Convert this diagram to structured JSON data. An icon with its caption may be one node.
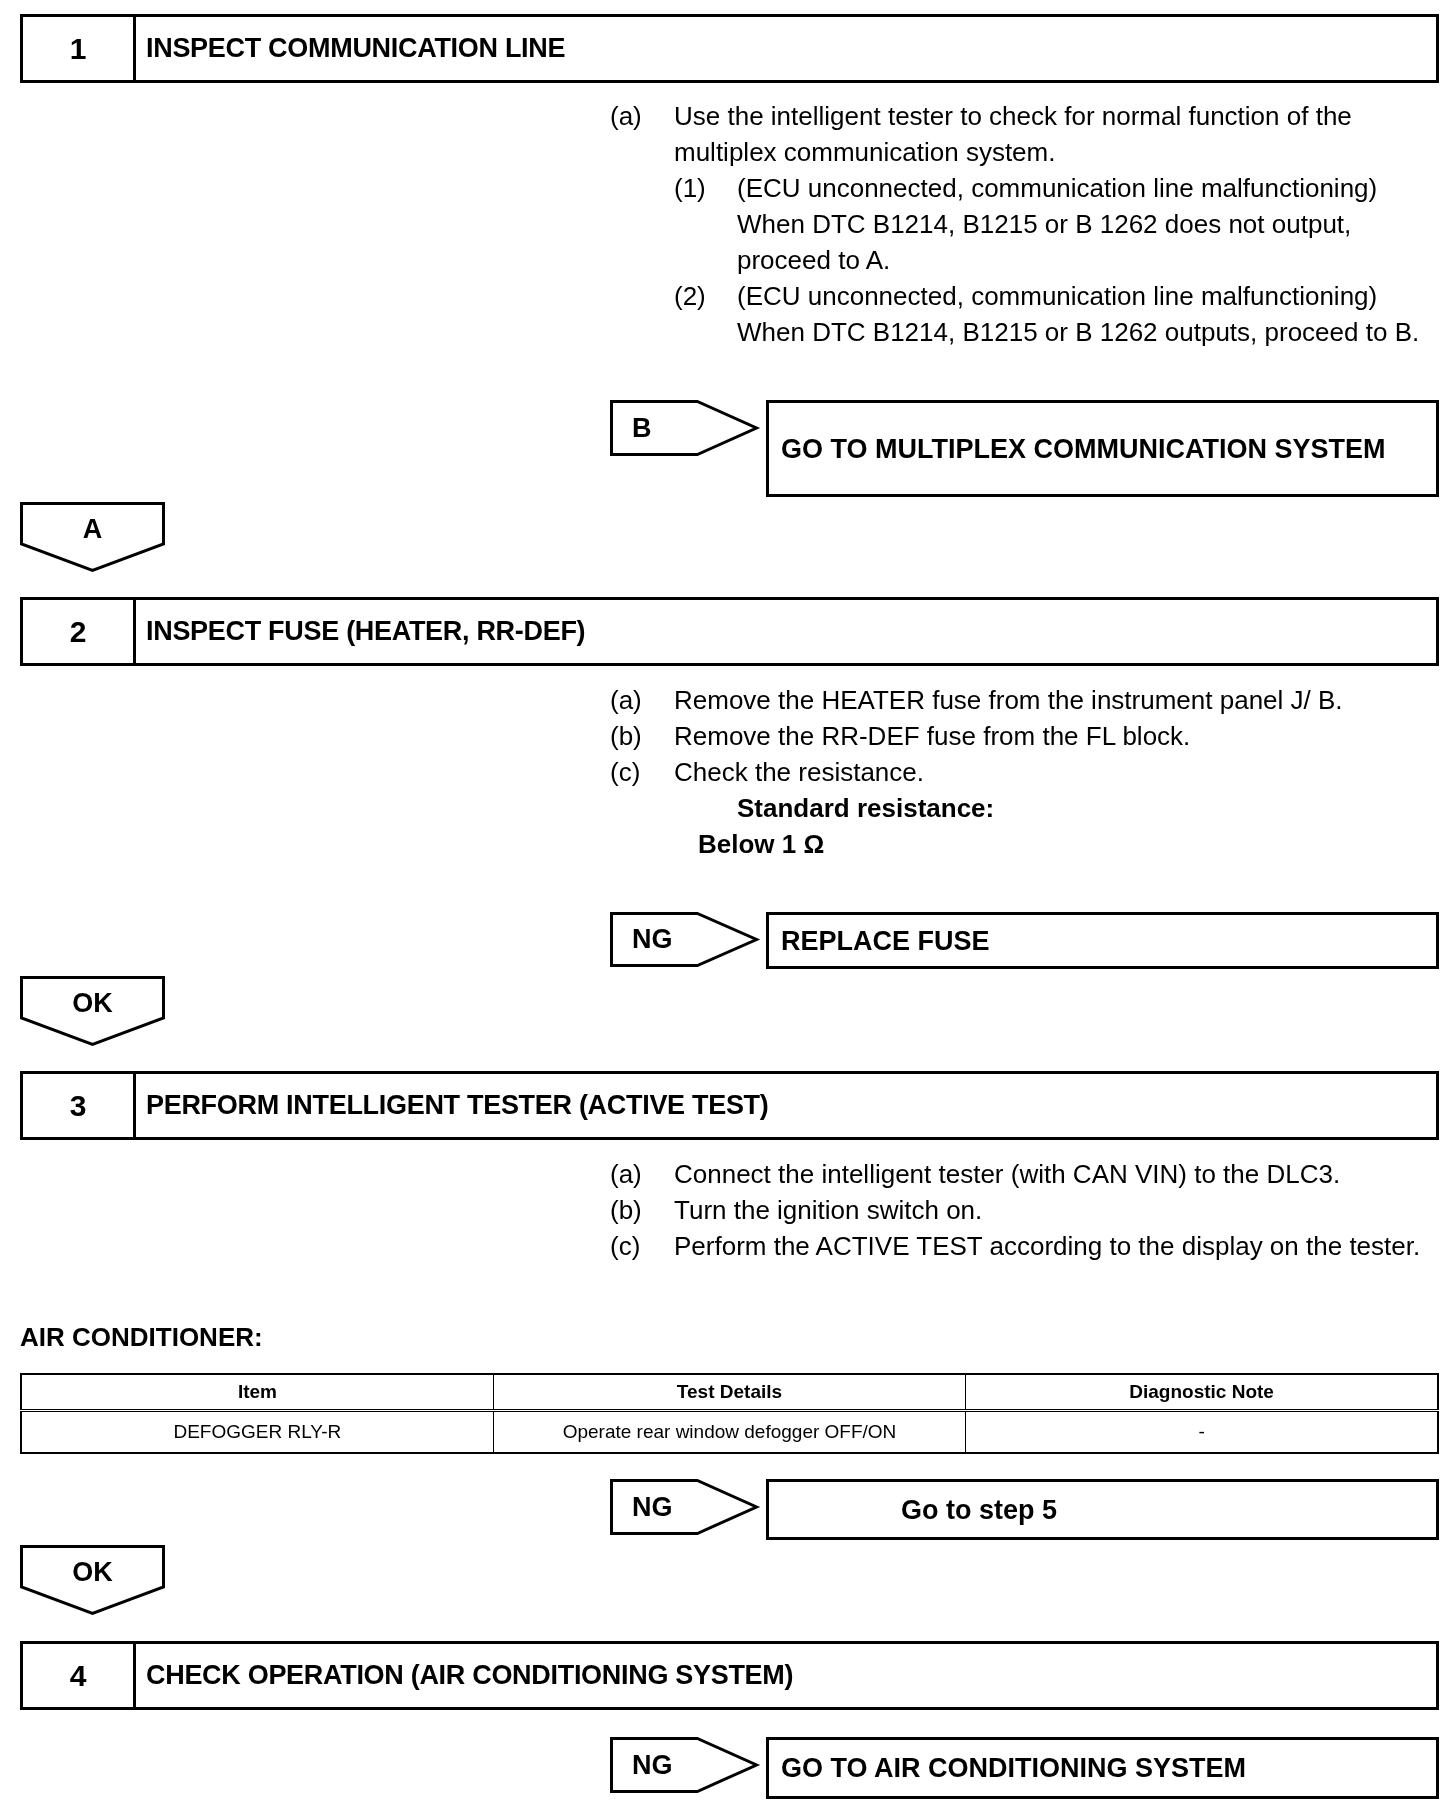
{
  "diagram": {
    "nodes": [
      {
        "text": [
          "1",
          "INSPECT COMMUNICATION LINE"
        ]
      },
      {
        "text": [
          "B"
        ]
      },
      {
        "text": [
          "GO TO MULTIPLEX COMMUNICATION SYSTEM"
        ]
      },
      {
        "text": [
          "A"
        ]
      },
      {
        "text": [
          "2",
          "INSPECT FUSE (HEATER, RR-DEF)"
        ]
      },
      {
        "text": [
          "NG"
        ]
      },
      {
        "text": [
          "REPLACE FUSE"
        ]
      },
      {
        "text": [
          "OK"
        ]
      },
      {
        "text": [
          "3",
          "PERFORM INTELLIGENT TESTER (ACTIVE TEST)"
        ]
      },
      {
        "text": [
          "NG"
        ]
      },
      {
        "text": [
          "Go to step 5"
        ]
      },
      {
        "text": [
          "OK"
        ]
      },
      {
        "text": [
          "4",
          "CHECK OPERATION (AIR CONDITIONING SYSTEM)"
        ]
      },
      {
        "text": [
          "NG"
        ]
      },
      {
        "text": [
          "GO TO AIR CONDITIONING SYSTEM"
        ]
      }
    ],
    "labels": [
      "(a)",
      "Use the intelligent tester to check for normal function of the multiplex communication system.",
      "(1)",
      "(ECU unconnected, communication line malfunctioning) When DTC B1214, B1215 or B 1262 does not output, proceed to A.",
      "(2)",
      "(ECU unconnected, communication line malfunctioning) When DTC B1214, B1215 or B 1262 outputs, proceed to B.",
      "(a)",
      "Remove the HEATER fuse from the instrument panel J/ B.",
      "(b)",
      "Remove the RR-DEF fuse from the FL block.",
      "(c)",
      "Check the resistance.",
      "Standard resistance:",
      "Below 1 Ω",
      "(a)",
      "Connect the intelligent tester (with CAN VIN) to the DLC3.",
      "(b)",
      "Turn the ignition switch on.",
      "(c)",
      "Perform the ACTIVE TEST according to the display on the tester.",
      "AIR CONDITIONER:",
      "Item",
      "Test Details",
      "Diagnostic Note",
      "DEFOGGER RLY-R",
      "Operate rear window defogger OFF/ON",
      "-"
    ]
  }
}
